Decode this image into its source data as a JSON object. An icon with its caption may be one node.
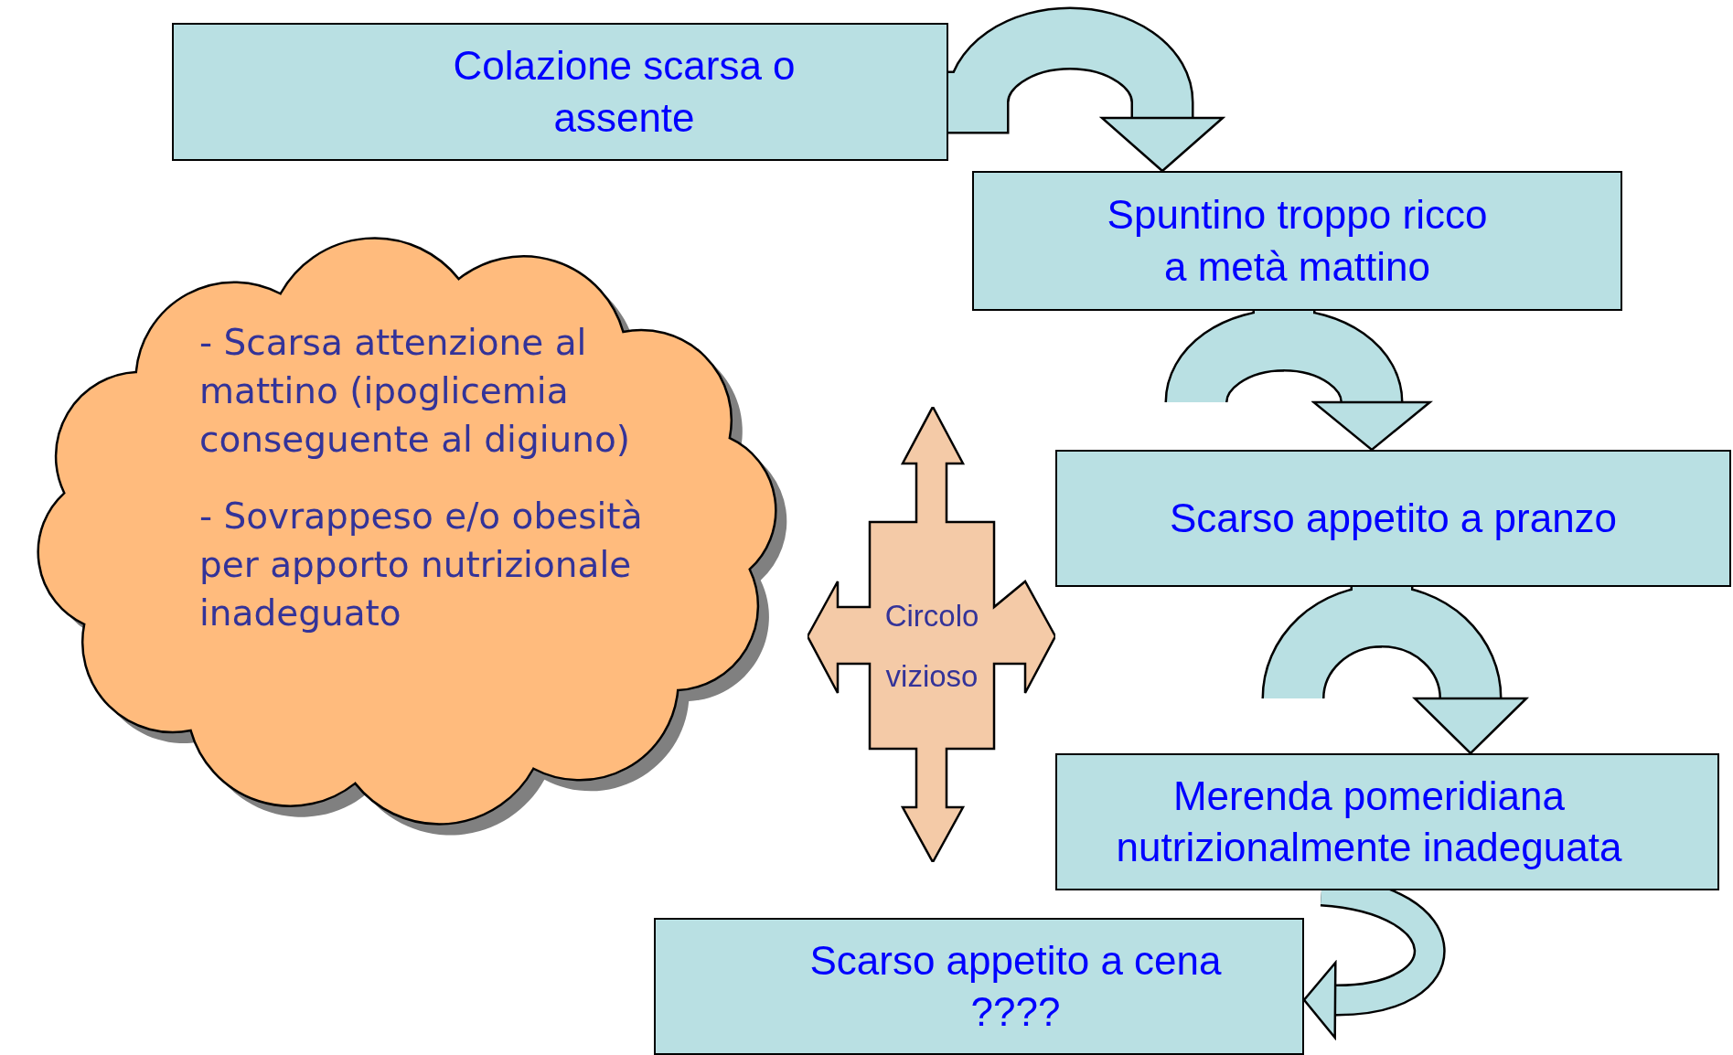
{
  "diagram": {
    "nodes": [
      {
        "text": [
          "Colazione scarsa o assente"
        ]
      },
      {
        "text": [
          "Spuntino troppo ricco a metà mattino"
        ]
      },
      {
        "text": [
          "- Scarsa attenzione al mattino (ipoglicemia conseguente al digiuno)",
          "- Sovrappeso e/o obesità per apporto nutrizionale inadeguato"
        ]
      },
      {
        "text": [
          "Circolo vizioso"
        ]
      },
      {
        "text": [
          "Scarso appetito a pranzo"
        ]
      },
      {
        "text": [
          "Merenda pomeridiana nutrizionalmente inadeguata"
        ]
      },
      {
        "text": [
          "Scarso appetito a cena ????"
        ]
      }
    ],
    "edges": [
      {
        "from": 0,
        "to": 1,
        "arrow": "to"
      },
      {
        "from": 1,
        "to": 4,
        "arrow": "to"
      },
      {
        "from": 4,
        "to": 5,
        "arrow": "to"
      },
      {
        "from": 5,
        "to": 6,
        "arrow": "to"
      }
    ]
  }
}
